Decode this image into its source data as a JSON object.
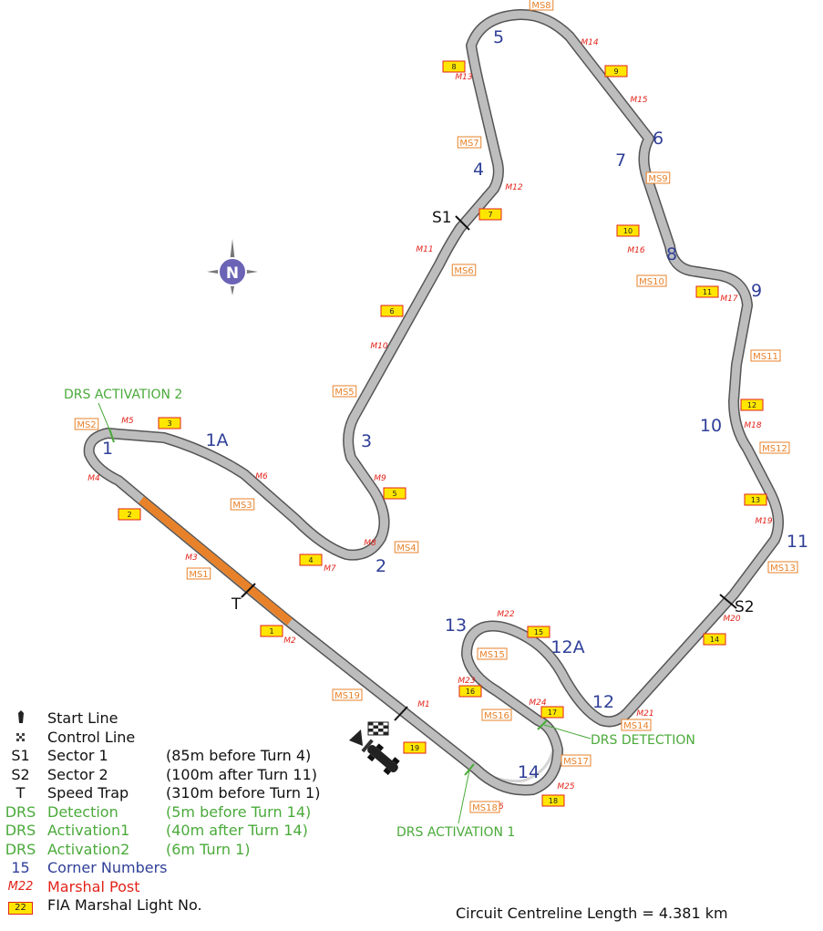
{
  "corners": [
    "1",
    "1A",
    "2",
    "3",
    "4",
    "5",
    "6",
    "7",
    "8",
    "9",
    "10",
    "11",
    "12",
    "12A",
    "13",
    "14"
  ],
  "marshal_posts": [
    "M1",
    "M2",
    "M3",
    "M4",
    "M5",
    "M6",
    "M7",
    "M8",
    "M9",
    "M10",
    "M11",
    "M12",
    "M13",
    "M14",
    "M15",
    "M16",
    "M17",
    "M18",
    "M19",
    "M20",
    "M21",
    "M22",
    "M23",
    "M24",
    "M25",
    "M26"
  ],
  "marshal_sectors": [
    "MS1",
    "MS2",
    "MS3",
    "MS4",
    "MS5",
    "MS6",
    "MS7",
    "MS8",
    "MS9",
    "MS10",
    "MS11",
    "MS12",
    "MS13",
    "MS14",
    "MS15",
    "MS16",
    "MS17",
    "MS18",
    "MS19"
  ],
  "lights": [
    "1",
    "2",
    "3",
    "4",
    "5",
    "6",
    "7",
    "8",
    "9",
    "10",
    "11",
    "12",
    "13",
    "14",
    "15",
    "16",
    "17",
    "18",
    "19"
  ],
  "sectors": {
    "s1": "S1",
    "s2": "S2",
    "t": "T"
  },
  "drs_labels": {
    "activation2": "DRS ACTIVATION 2",
    "detection": "DRS DETECTION",
    "activation1": "DRS ACTIVATION 1"
  },
  "compass": "N",
  "legend": [
    {
      "symbol": "",
      "label": "Start Line",
      "desc": "",
      "color": "#111111"
    },
    {
      "symbol": "",
      "label": "Control Line",
      "desc": "",
      "color": "#111111"
    },
    {
      "symbol": "S1",
      "label": "Sector 1",
      "desc": "(85m before Turn 4)",
      "color": "#111111"
    },
    {
      "symbol": "S2",
      "label": "Sector 2",
      "desc": "(100m after Turn 11)",
      "color": "#111111"
    },
    {
      "symbol": "T",
      "label": "Speed Trap",
      "desc": "(310m before Turn 1)",
      "color": "#111111"
    },
    {
      "symbol": "DRS",
      "label": "Detection",
      "desc": "(5m before Turn 14)",
      "color": "#4aaa3a"
    },
    {
      "symbol": "DRS",
      "label": "Activation1",
      "desc": "(40m after Turn 14)",
      "color": "#4aaa3a"
    },
    {
      "symbol": "DRS",
      "label": "Activation2",
      "desc": "(6m Turn 1)",
      "color": "#4aaa3a"
    },
    {
      "symbol": "15",
      "label": "Corner Numbers",
      "desc": "",
      "color": "#2f3f98"
    },
    {
      "symbol": "M22",
      "label": "Marshal Post",
      "desc": "",
      "color": "#e2231a"
    },
    {
      "symbol": "22",
      "label": "FIA Marshal Light No.",
      "desc": "",
      "color": "#111111"
    }
  ],
  "footer": "Circuit Centreline Length = 4.381 km"
}
